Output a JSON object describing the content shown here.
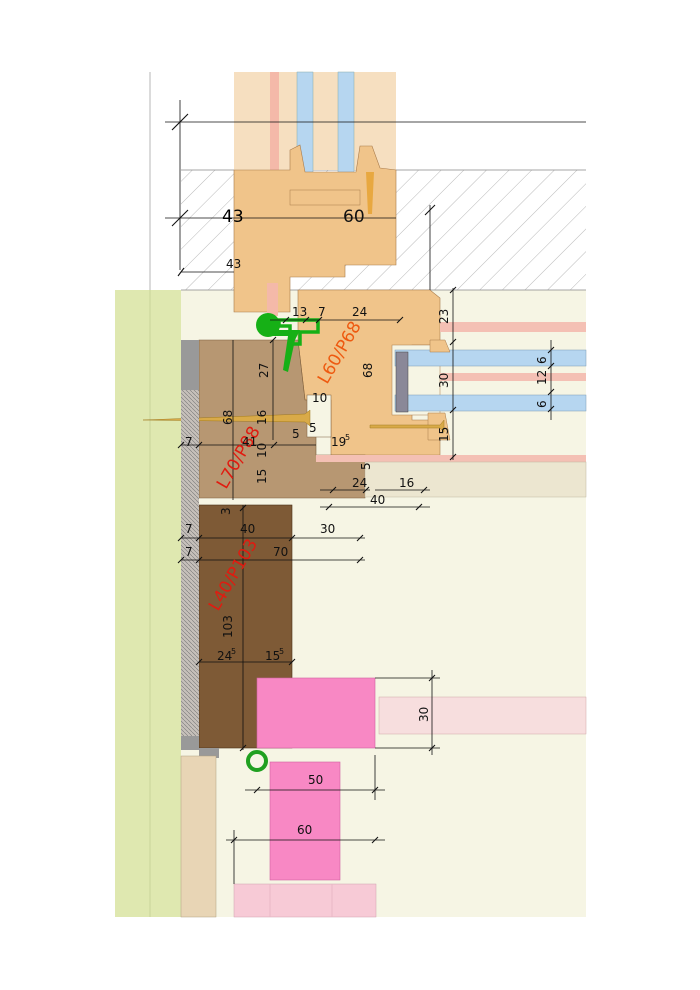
{
  "labels": {
    "l60": "L60/P68",
    "l70": "L70/P88",
    "l40": "L40/P103"
  },
  "dims": {
    "d43_large": "43",
    "d60_large": "60",
    "d43": "43",
    "d13": "13",
    "d7_top": "7",
    "d24_top": "24",
    "d23": "23",
    "d27": "27",
    "d68_right": "68",
    "d6_a": "6",
    "d30_right": "30",
    "d12": "12",
    "d6_b": "6",
    "d10": "10",
    "d15_right": "15",
    "d68_left": "68",
    "d16_left": "16",
    "d5_a": "5",
    "d5_b": "5",
    "d7_a": "7",
    "d41": "41",
    "d10_5": "10",
    "d19": "19",
    "d19_sup": "5",
    "d5_c": "5",
    "d15_left": "15",
    "d24_mid": "24",
    "d16_mid": "16",
    "d40_mid": "40",
    "d7_b": "7",
    "d3": "3",
    "d40_low": "40",
    "d30_low": "30",
    "d7_c": "7",
    "d70": "70",
    "d103": "103",
    "d24_5": "24",
    "d24_5_sup": "5",
    "d15_5": "15",
    "d15_5_sup": "5",
    "d30_pink": "30",
    "d50": "50",
    "d60_bottom": "60"
  },
  "colors": {
    "wall_green": "#dfe8b0",
    "interior": "#f6f5e4",
    "light_wood": "#f6dfc0",
    "frame_orange": "#f0c48a",
    "sash_tan": "#b79772",
    "lintel_brown": "#7e5a36",
    "pink": "#f888c4",
    "pink_light": "#f7dede",
    "glass_blue": "#b6d6f0",
    "seal_green": "#16b016"
  }
}
